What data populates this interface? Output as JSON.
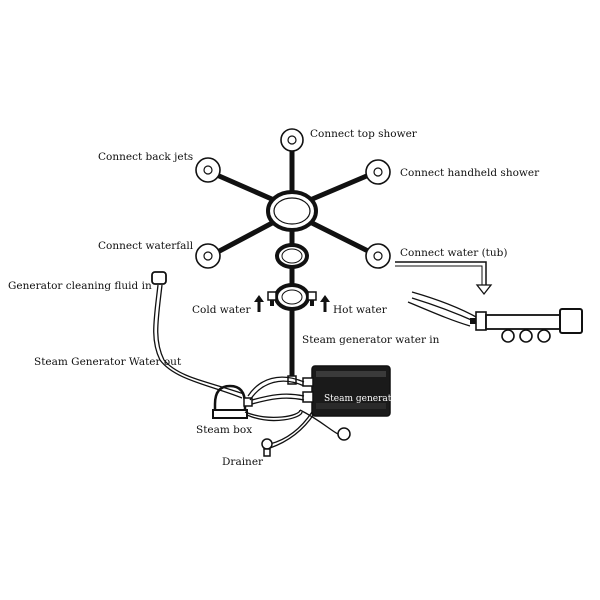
{
  "labels": {
    "top_shower": "Connect top shower",
    "back_jets": "Connect back jets",
    "handheld_shower": "Connect handheld shower",
    "waterfall": "Connect waterfall",
    "water_tub": "Connect  water (tub)",
    "cleaning_fluid": "Generator cleaning fluid in",
    "cold_water": "Cold water",
    "hot_water": "Hot water",
    "steam_gen_water_in": "Steam generator water in",
    "steam_gen_water_out": "Steam Generator Water out",
    "steam_generator": "Steam generator",
    "steam_box": "Steam box",
    "drainer": "Drainer"
  },
  "colors": {
    "line": "#111111",
    "background": "#ffffff"
  }
}
